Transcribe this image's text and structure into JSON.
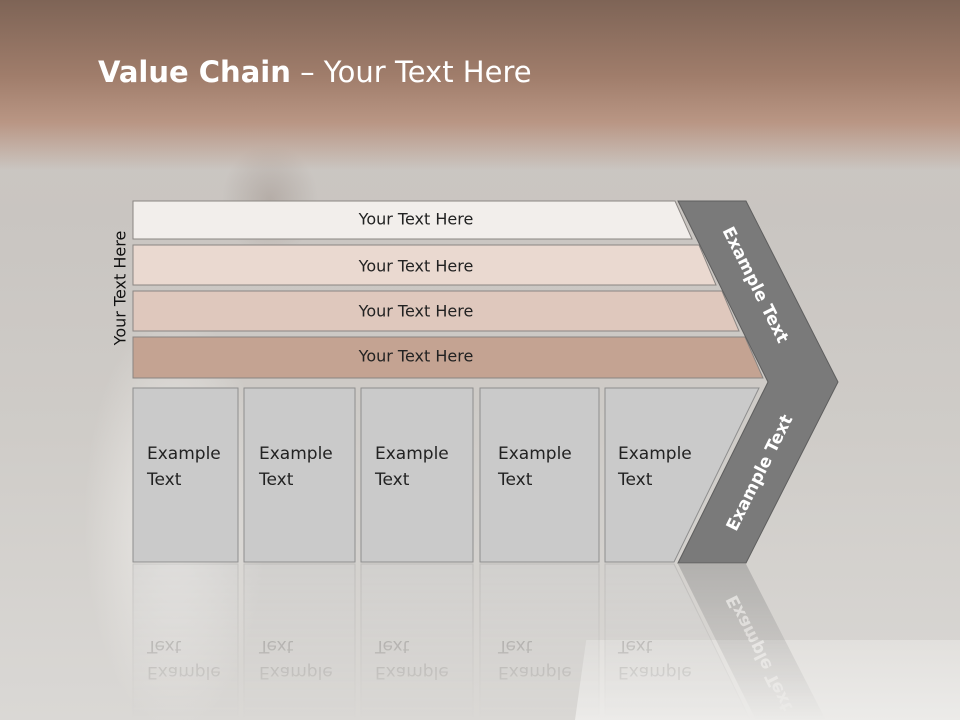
{
  "slide": {
    "title_bold": "Value Chain",
    "title_rest": " – Your Text Here"
  },
  "diagram": {
    "side_label": "Your Text Here",
    "bars": [
      {
        "label": "Your Text Here",
        "color": "#f2eeeb"
      },
      {
        "label": "Your Text Here",
        "color": "#ead9d0"
      },
      {
        "label": "Your Text Here",
        "color": "#dfc8bd"
      },
      {
        "label": "Your Text Here",
        "color": "#c4a392"
      }
    ],
    "activities": [
      {
        "line1": "Example",
        "line2": "Text"
      },
      {
        "line1": "Example",
        "line2": "Text"
      },
      {
        "line1": "Example",
        "line2": "Text"
      },
      {
        "line1": "Example",
        "line2": "Text"
      },
      {
        "line1": "Example",
        "line2": "Text"
      }
    ],
    "margin_top_label": "Example Text",
    "margin_bottom_label": "Example Text",
    "arrow_color": "#7a7a7a",
    "box_color": "#cacaca"
  }
}
